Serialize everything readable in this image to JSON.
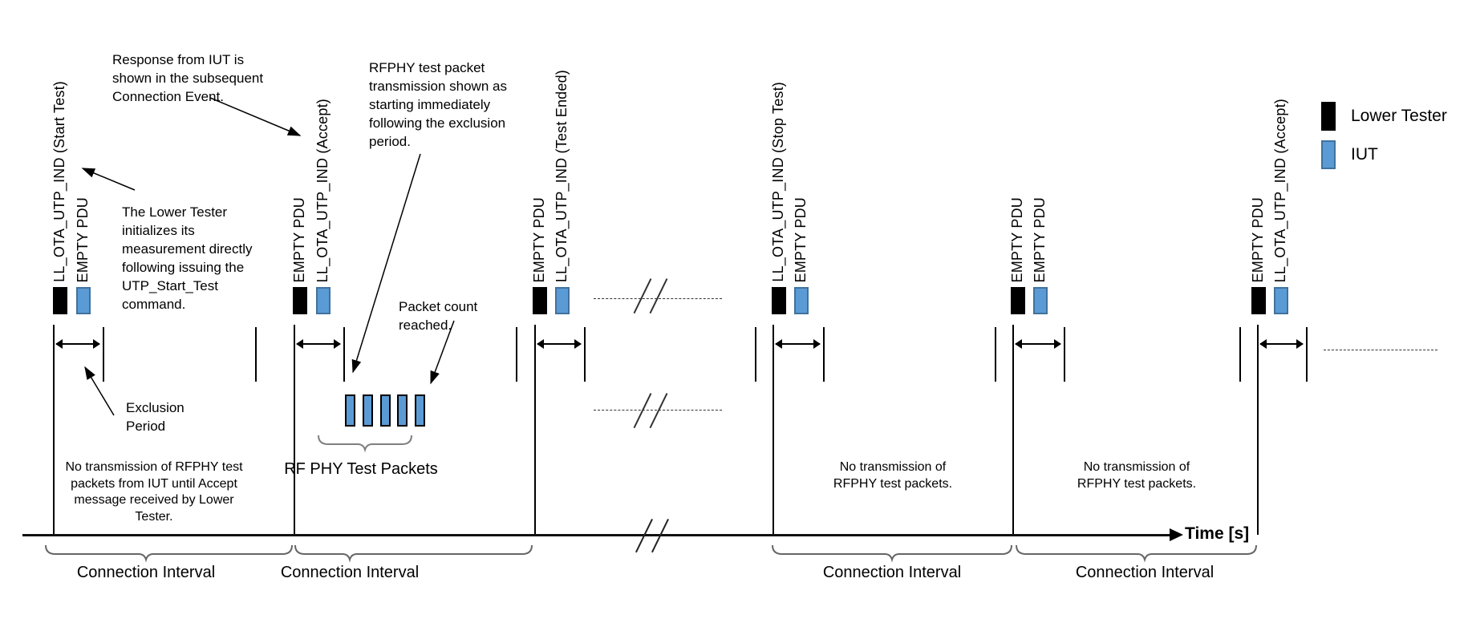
{
  "legend": {
    "items": [
      {
        "label": "Lower Tester",
        "color": "#000000"
      },
      {
        "label": "IUT",
        "color": "#5B9BD5"
      }
    ]
  },
  "axis": {
    "label": "Time [s]"
  },
  "events": [
    {
      "lower_tester_pdu": "LL_OTA_UTP_IND (Start Test)",
      "iut_pdu": "EMPTY PDU"
    },
    {
      "lower_tester_pdu": "EMPTY PDU",
      "iut_pdu": "LL_OTA_UTP_IND (Accept)"
    },
    {
      "lower_tester_pdu": "EMPTY PDU",
      "iut_pdu": "LL_OTA_UTP_IND (Test Ended)"
    },
    {
      "lower_tester_pdu": "LL_OTA_UTP_IND (Stop Test)",
      "iut_pdu": "EMPTY PDU"
    },
    {
      "lower_tester_pdu": "EMPTY PDU",
      "iut_pdu": "EMPTY PDU"
    },
    {
      "lower_tester_pdu": "EMPTY PDU",
      "iut_pdu": "LL_OTA_UTP_IND (Accept)"
    }
  ],
  "annotations": {
    "response": "Response from IUT is shown in the subsequent Connection Event.",
    "lower_tester_init": "The Lower Tester initializes its measurement directly following issuing the UTP_Start_Test command.",
    "rfphy_start": "RFPHY test packet transmission shown as starting immediately following the exclusion period.",
    "packet_count": "Packet count reached.",
    "exclusion_period": "Exclusion Period",
    "no_tx_first": "No transmission of RFPHY test packets from IUT until Accept message received by Lower Tester.",
    "rf_phy_test_packets": "RF PHY Test Packets",
    "no_tx_short": "No transmission of RFPHY test packets."
  },
  "intervals": {
    "label": "Connection Interval"
  }
}
